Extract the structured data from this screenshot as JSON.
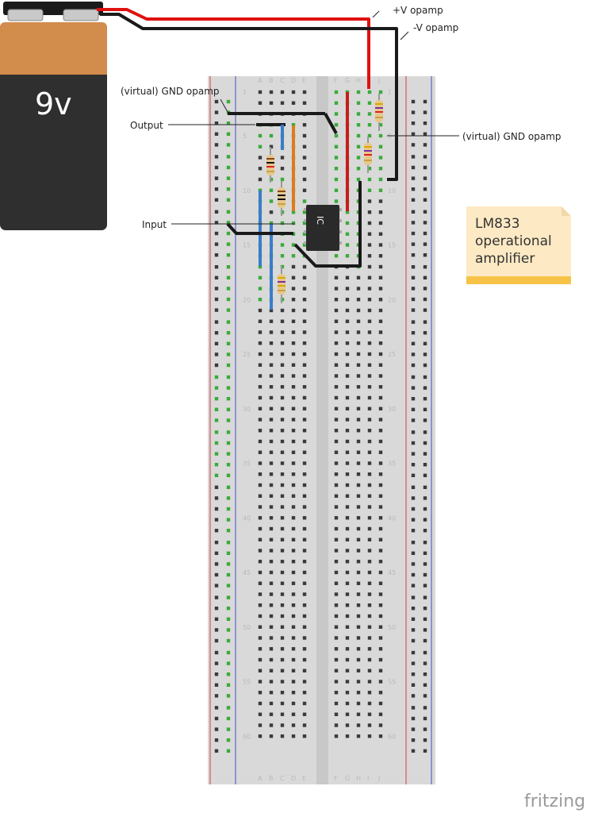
{
  "battery": {
    "label": "9v"
  },
  "breadboard": {
    "columns_left": [
      "A",
      "B",
      "C",
      "D",
      "E"
    ],
    "columns_right": [
      "F",
      "G",
      "H",
      "I",
      "J"
    ],
    "row_numbers": [
      "1",
      "5",
      "10",
      "15",
      "20",
      "25",
      "30",
      "35",
      "40",
      "45",
      "50",
      "55",
      "60"
    ],
    "ic_label": "IC"
  },
  "labels": {
    "plus_v": "+V opamp",
    "minus_v": "-V opamp",
    "gnd_left": "(virtual) GND opamp",
    "gnd_right": "(virtual) GND opamp",
    "output": "Output",
    "input": "Input"
  },
  "note": {
    "lines": [
      "LM833",
      "operational",
      "amplifier"
    ]
  },
  "brand": "fritzing",
  "colors": {
    "wire_red": "#e01010",
    "wire_black": "#1a1a1a",
    "wire_blue": "#3a7cc9",
    "wire_orange": "#e07a1c",
    "wire_dark_red": "#c81c1c",
    "rail_red": "#d24040",
    "rail_blue": "#4050c8",
    "hole_active": "#3aaa3a",
    "note_bg": "#fde9c4",
    "note_stripe": "#f7c248"
  }
}
